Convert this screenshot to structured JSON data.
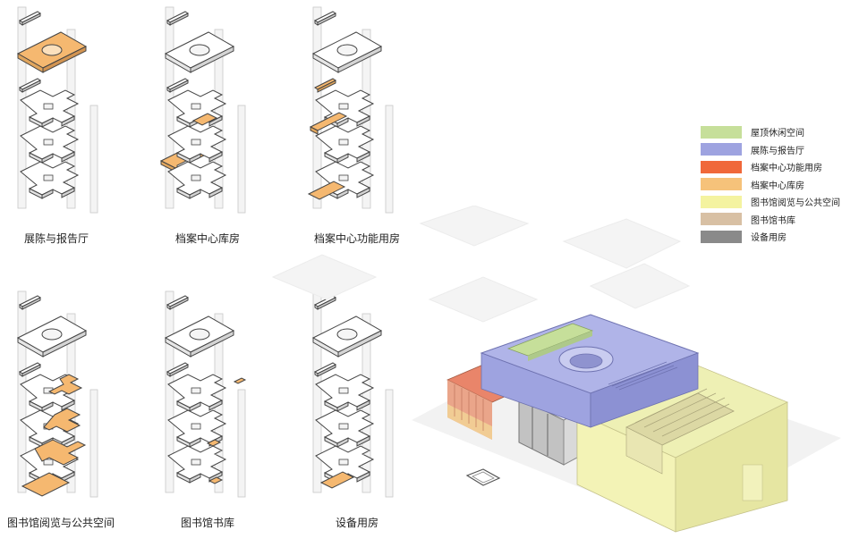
{
  "diagrams": [
    {
      "caption": "展陈与报告厅",
      "highlight_color": "#f5b870"
    },
    {
      "caption": "档案中心库房",
      "highlight_color": "#f5b870"
    },
    {
      "caption": "档案中心功能用房",
      "highlight_color": "#f5b870"
    },
    {
      "caption": "图书馆阅览与公共空间",
      "highlight_color": "#f5b870"
    },
    {
      "caption": "图书馆书库",
      "highlight_color": "#f5b870"
    },
    {
      "caption": "设备用房",
      "highlight_color": "#f5b870"
    }
  ],
  "legend": [
    {
      "label": "屋顶休闲空间",
      "color": "#c6df9a"
    },
    {
      "label": "展陈与报告厅",
      "color": "#9ea3e0"
    },
    {
      "label": "档案中心功能用房",
      "color": "#f0683a"
    },
    {
      "label": "档案中心库房",
      "color": "#f6c27a"
    },
    {
      "label": "图书馆阅览与公共空间",
      "color": "#f4f3a0"
    },
    {
      "label": "图书馆书库",
      "color": "#d8c0a4"
    },
    {
      "label": "设备用房",
      "color": "#8a8a8a"
    }
  ]
}
